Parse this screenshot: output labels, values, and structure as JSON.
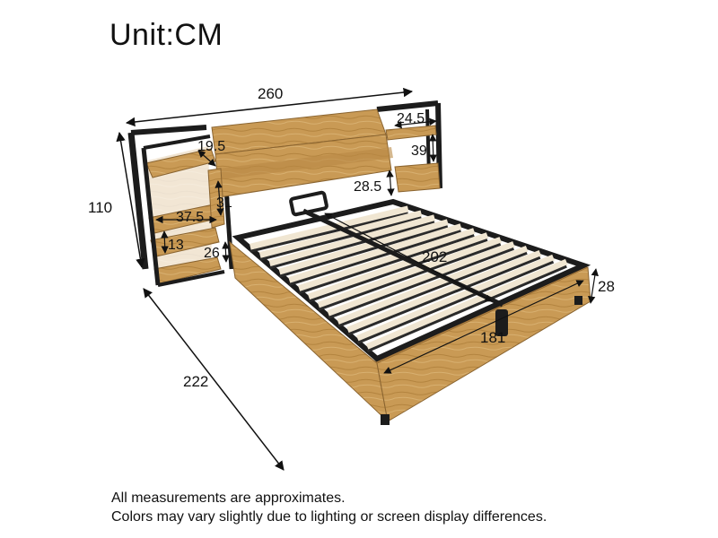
{
  "title": "Unit:CM",
  "notes": [
    "All measurements are approximates.",
    "Colors may vary slightly due to lighting or screen display differences."
  ],
  "dimensions": {
    "total_width": "260",
    "total_height": "110",
    "total_length": "222",
    "mattress_length": "202",
    "mattress_width": "181",
    "side_height": "28",
    "top_shelf_depth": "24.5",
    "nightstand_height": "39",
    "nightstand_gap": "28.5",
    "shelf_depth_left": "19.5",
    "shelf_width": "37.5",
    "headboard_gap": "31",
    "lower_shelf_gap": "13",
    "bottom_shelf_gap": "26"
  },
  "colors": {
    "wood": "#c99a55",
    "wood_dark": "#a97a3c",
    "wood_light": "#d9b174",
    "metal": "#1c1c1c",
    "slat": "#f0e6d2"
  }
}
